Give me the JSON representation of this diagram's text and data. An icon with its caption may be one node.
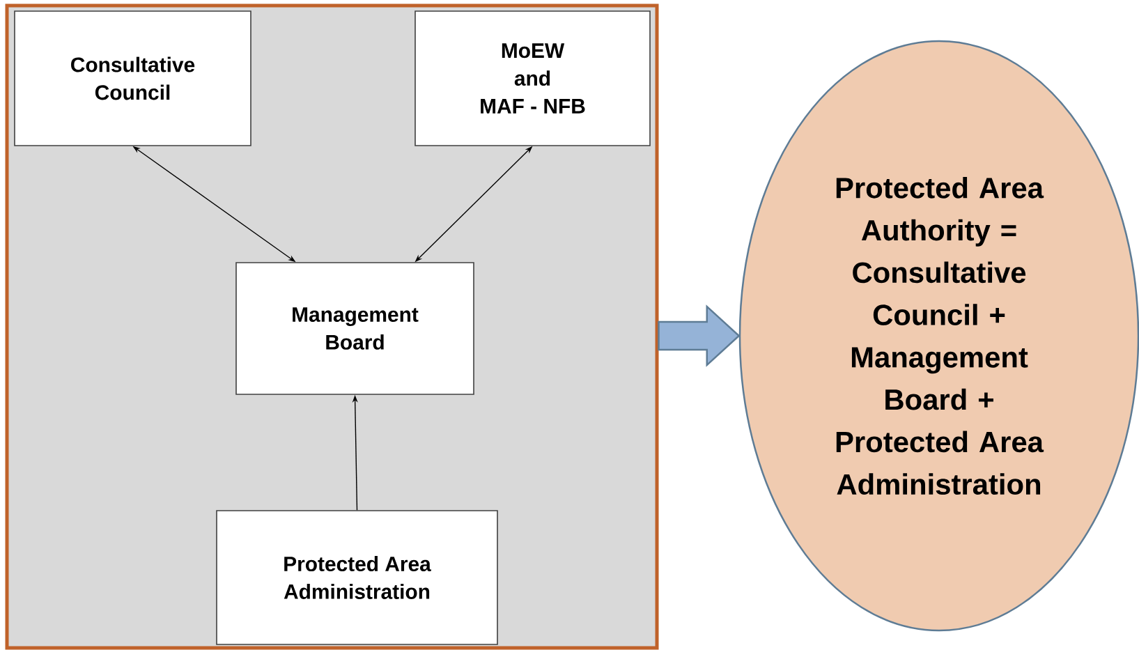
{
  "diagram": {
    "nodes": [
      {
        "text": [],
        "shape": "box"
      },
      {
        "text": [
          "Consultative Council"
        ],
        "in": 0
      },
      {
        "text": [
          "MoEW and MAF - NFB"
        ],
        "in": 0
      },
      {
        "text": [
          "Management Board"
        ],
        "in": 0
      },
      {
        "text": [
          "Protected Area Administration"
        ],
        "in": 0
      },
      {
        "text": [
          "Protected Area Authority = Consultative Council + Management Board + Protected Area Administration"
        ]
      }
    ],
    "edges": [
      {
        "from": 1,
        "to": 3,
        "arrow": "both"
      },
      {
        "from": 2,
        "to": 3,
        "arrow": "both"
      },
      {
        "from": 4,
        "to": 3,
        "arrow": "to"
      },
      {
        "from": 0,
        "to": 5,
        "arrow": "to",
        "style": "thick",
        "color": "#95b3d7"
      }
    ]
  }
}
